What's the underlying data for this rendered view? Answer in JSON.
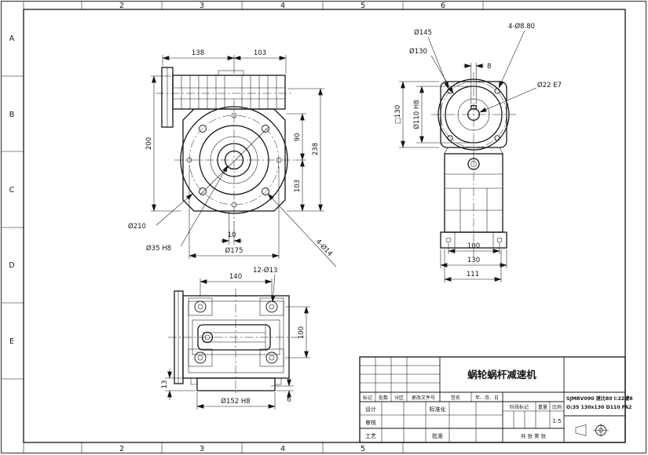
{
  "sheet": {
    "zones_left": [
      "A",
      "B",
      "C",
      "D",
      "E"
    ],
    "zones_top": [
      "2",
      "3",
      "4",
      "5",
      "6"
    ],
    "zones_bottom": [
      "2",
      "3",
      "4",
      "5"
    ]
  },
  "views": {
    "front": {
      "dims": {
        "len_left": "138",
        "len_right": "103",
        "height_left": "200",
        "height_upper_right": "90",
        "height_total": "238",
        "height_lower_right": "103",
        "offset_bottom": "10",
        "bolt_circle": "Ø175",
        "flange_od": "Ø210",
        "bore": "Ø35 H8",
        "corner_holes": "4-Ø14"
      }
    },
    "side": {
      "dims": {
        "flange_od": "Ø145",
        "bolt_circle": "Ø130",
        "square": "□130",
        "spigot": "Ø110 H8",
        "key_width": "8",
        "flange_holes": "4-Ø8.80",
        "input_bore": "Ø22 E7",
        "foot_holes_span": "100",
        "foot_width": "130",
        "depth": "111"
      }
    },
    "bottom": {
      "dims": {
        "boss_span": "140",
        "base_holes": "12-Ø13",
        "depth": "100",
        "spigot": "Ø152 H8",
        "base_thickness": "13",
        "pad_step": "6"
      }
    }
  },
  "title_block": {
    "part_name": "蜗轮蜗杆减速机",
    "spec_line1": "SJMRV090 速比80 I:22键8",
    "spec_line2": "O:35 130x130 D110 FA2",
    "rev_headers": [
      "标记",
      "处数",
      "分区",
      "更改文件号",
      "签名",
      "年、月、日"
    ],
    "role_design": "设计",
    "role_standardize": "标准化",
    "role_check": "审核",
    "role_process": "工艺",
    "role_approve": "批准",
    "stage_label": "阶段标记",
    "weight_label": "重量",
    "scale_label": "比例",
    "scale_value": "1:5",
    "sheet_note": "共 张 第 张"
  }
}
